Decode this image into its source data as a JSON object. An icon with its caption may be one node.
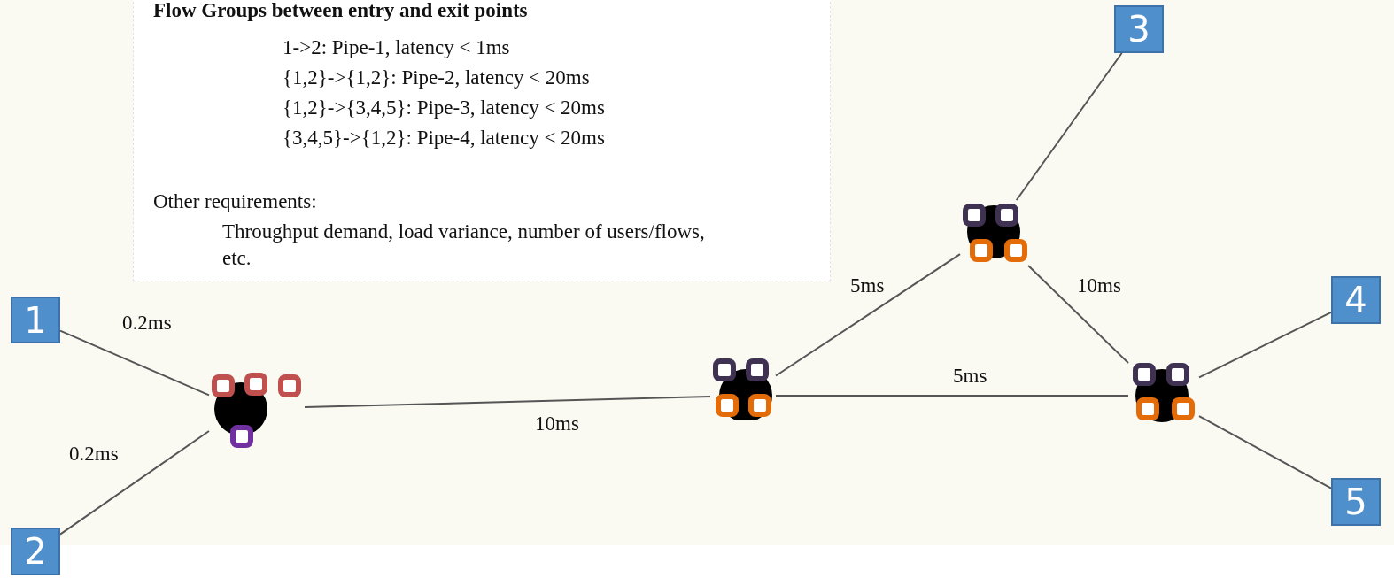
{
  "diagram": {
    "nodes": [
      {
        "text": [
          "Flow Groups between entry and exit points",
          "1->2: Pipe-1, latency < 1ms",
          "{1,2}->{1,2}: Pipe-2, latency < 20ms",
          "{1,2}->{3,4,5}: Pipe-3, latency < 20ms",
          "{3,4,5}->{1,2}: Pipe-4, latency < 20ms",
          "Other requirements:",
          "Throughput demand, load variance, number of users/flows, etc."
        ]
      },
      {
        "text": [
          "1"
        ]
      },
      {
        "text": [
          "2"
        ]
      },
      {
        "text": [
          "3"
        ]
      },
      {
        "text": [
          "4"
        ]
      },
      {
        "text": [
          "5"
        ]
      },
      {
        "text": [],
        "shape": "circle"
      },
      {
        "text": [],
        "shape": "circle"
      },
      {
        "text": [],
        "shape": "circle"
      },
      {
        "text": [],
        "shape": "circle"
      }
    ],
    "edges": [
      {
        "from": 1,
        "to": 6,
        "arrow": "none",
        "label": "0.2ms"
      },
      {
        "from": 2,
        "to": 6,
        "arrow": "none",
        "label": "0.2ms"
      },
      {
        "from": 6,
        "to": 7,
        "arrow": "none",
        "label": "10ms"
      },
      {
        "from": 7,
        "to": 8,
        "arrow": "none",
        "label": "5ms"
      },
      {
        "from": 7,
        "to": 9,
        "arrow": "none",
        "label": "5ms"
      },
      {
        "from": 8,
        "to": 9,
        "arrow": "none",
        "label": "10ms"
      },
      {
        "from": 8,
        "to": 3,
        "arrow": "none"
      },
      {
        "from": 9,
        "to": 4,
        "arrow": "none"
      },
      {
        "from": 9,
        "to": 5,
        "arrow": "none"
      }
    ]
  }
}
